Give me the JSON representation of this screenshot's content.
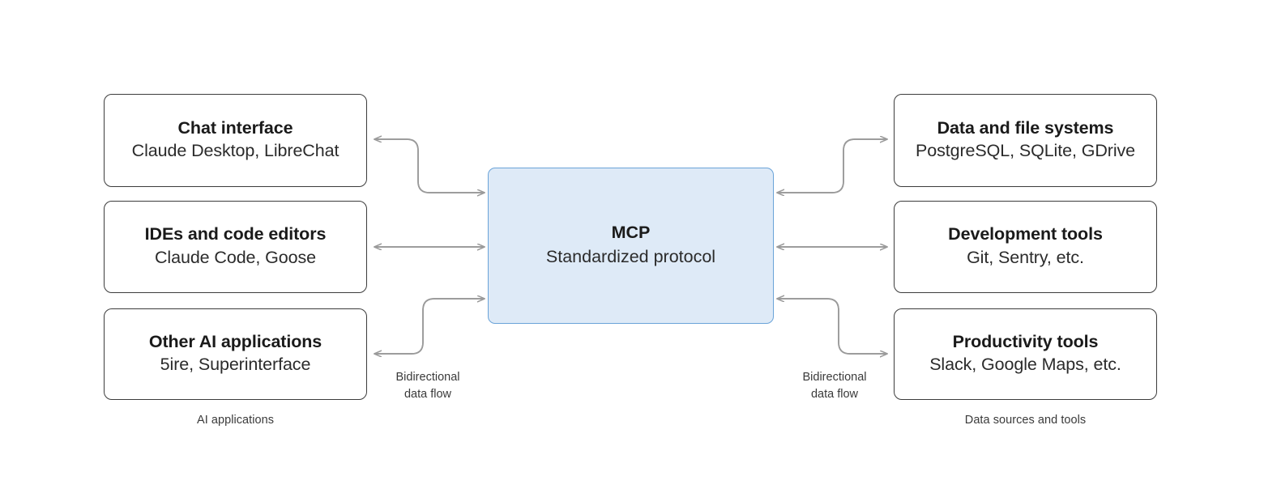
{
  "diagram": {
    "hub": {
      "title": "MCP",
      "subtitle": "Standardized protocol",
      "fill_color": "#dEEAF7",
      "border_color": "#6AA3D8"
    },
    "left_group": {
      "caption": "AI applications",
      "flow_label_line1": "Bidirectional",
      "flow_label_line2": "data flow",
      "nodes": [
        {
          "title": "Chat interface",
          "subtitle": "Claude Desktop, LibreChat"
        },
        {
          "title": "IDEs and code editors",
          "subtitle": "Claude Code, Goose"
        },
        {
          "title": "Other AI applications",
          "subtitle": "5ire, Superinterface"
        }
      ]
    },
    "right_group": {
      "caption": "Data sources and tools",
      "flow_label_line1": "Bidirectional",
      "flow_label_line2": "data flow",
      "nodes": [
        {
          "title": "Data and file systems",
          "subtitle": "PostgreSQL, SQLite, GDrive"
        },
        {
          "title": "Development tools",
          "subtitle": "Git, Sentry, etc."
        },
        {
          "title": "Productivity tools",
          "subtitle": "Slack, Google Maps, etc."
        }
      ]
    },
    "connector_color": "#9a9a9a"
  }
}
